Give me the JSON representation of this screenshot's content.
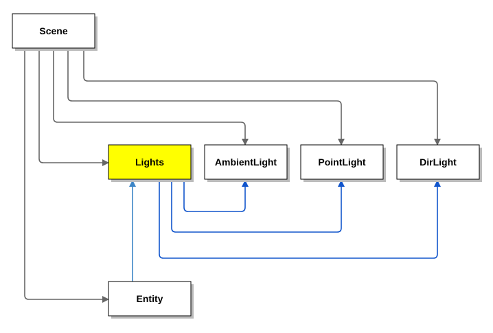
{
  "nodes": [
    {
      "id": "scene",
      "label": "Scene",
      "fill": "#ffffff"
    },
    {
      "id": "lights",
      "label": "Lights",
      "fill": "#ffff00"
    },
    {
      "id": "ambient",
      "label": "AmbientLight",
      "fill": "#ffffff"
    },
    {
      "id": "point",
      "label": "PointLight",
      "fill": "#ffffff"
    },
    {
      "id": "dir",
      "label": "DirLight",
      "fill": "#ffffff"
    },
    {
      "id": "entity",
      "label": "Entity",
      "fill": "#ffffff"
    }
  ],
  "edges": [
    {
      "from": "scene",
      "to": "lights",
      "color": "#666666"
    },
    {
      "from": "scene",
      "to": "ambient",
      "color": "#666666"
    },
    {
      "from": "scene",
      "to": "point",
      "color": "#666666"
    },
    {
      "from": "scene",
      "to": "dir",
      "color": "#666666"
    },
    {
      "from": "scene",
      "to": "entity",
      "color": "#666666"
    },
    {
      "from": "lights",
      "to": "ambient",
      "color": "#1155cc"
    },
    {
      "from": "lights",
      "to": "point",
      "color": "#1155cc"
    },
    {
      "from": "lights",
      "to": "dir",
      "color": "#1155cc"
    },
    {
      "from": "entity",
      "to": "lights",
      "color": "#3d85c6"
    }
  ],
  "colors": {
    "node_border": "#000000",
    "node_shadow": "#bbbbbb"
  }
}
